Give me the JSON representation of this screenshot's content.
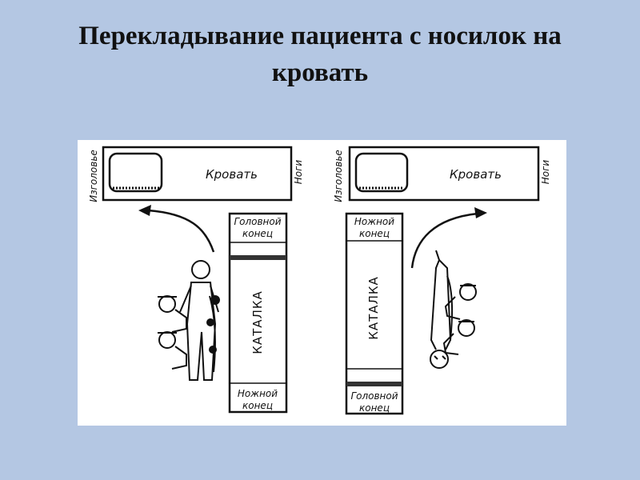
{
  "slide": {
    "title_line1": "Перекладывание пациента с носилок на",
    "title_line2": "кровать"
  },
  "diagram": {
    "left": {
      "head_side": "Изголовье",
      "bed": "Кровать",
      "feet_side": "Ноги",
      "stretcher_top": [
        "Головной",
        "конец"
      ],
      "stretcher": "КАТАЛКА",
      "stretcher_bottom": [
        "Ножной",
        "конец"
      ]
    },
    "right": {
      "head_side": "Изголовье",
      "bed": "Кровать",
      "feet_side": "Ноги",
      "stretcher_top": [
        "Ножной",
        "конец"
      ],
      "stretcher": "КАТАЛКА",
      "stretcher_bottom": [
        "Головной",
        "конец"
      ]
    },
    "colors": {
      "ink": "#111111",
      "paper": "#ffffff",
      "background": "#b4c7e3"
    }
  }
}
